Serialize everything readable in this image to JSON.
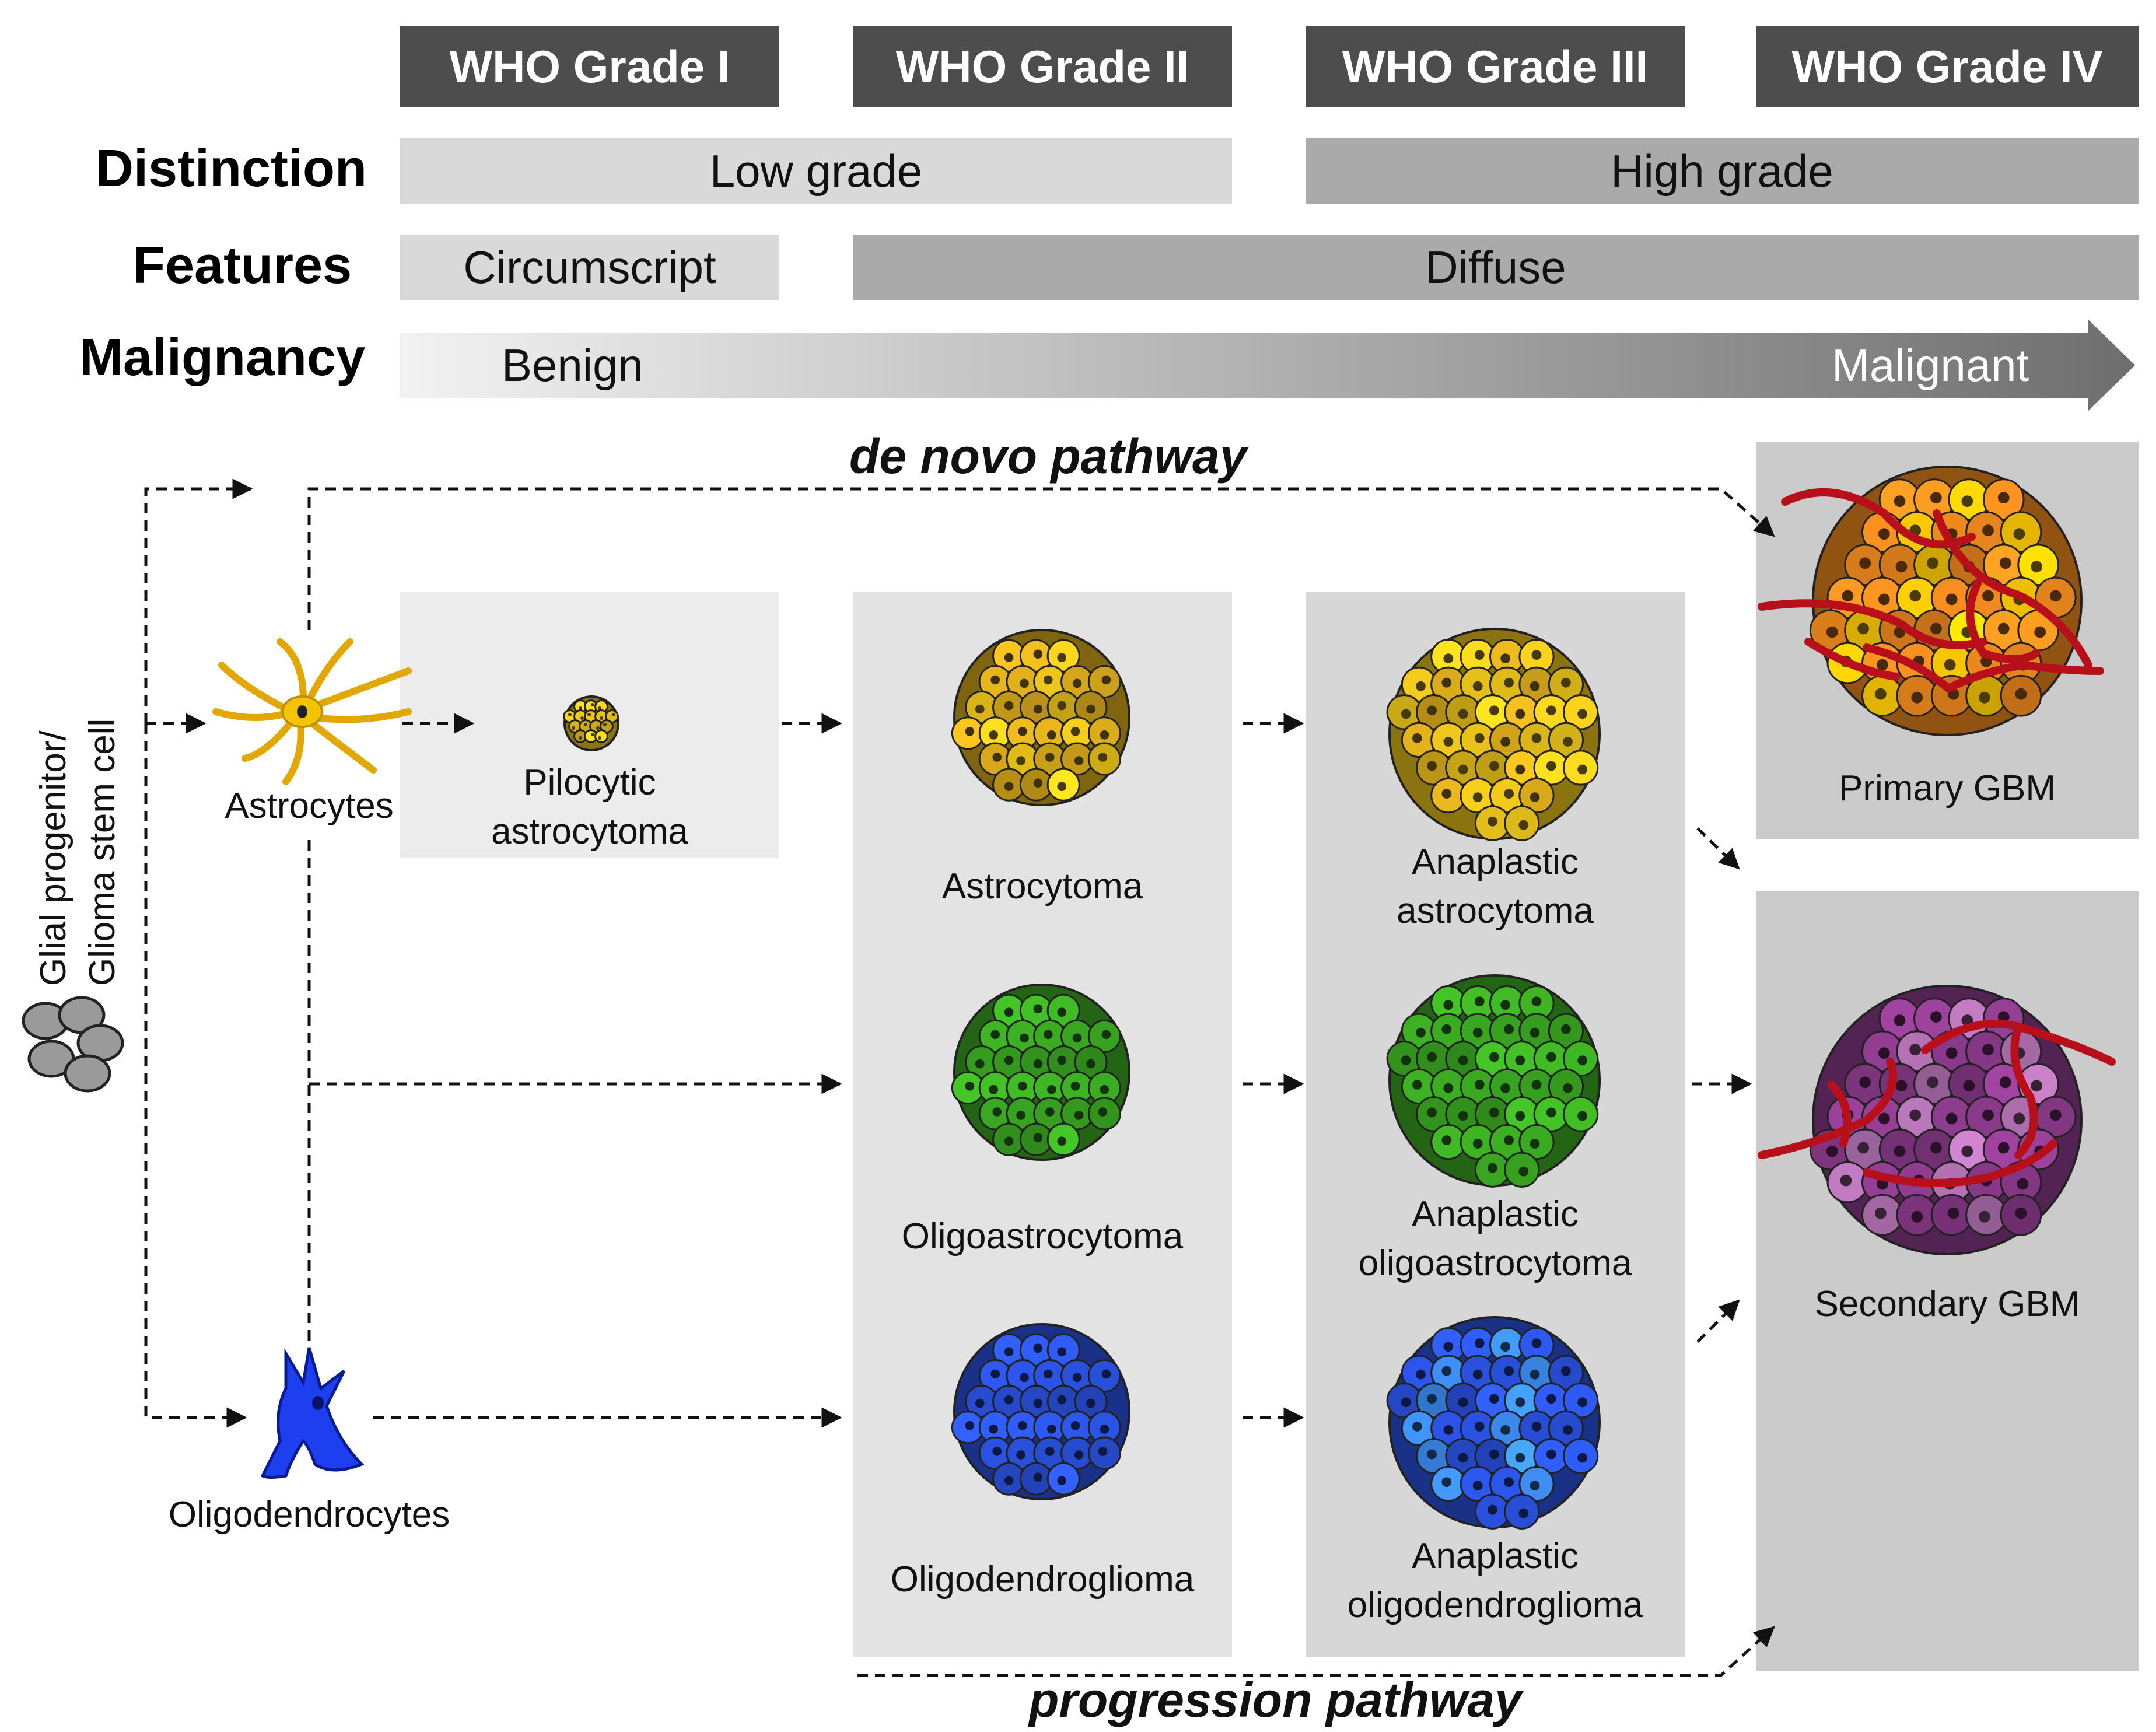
{
  "grades": [
    "WHO Grade I",
    "WHO Grade II",
    "WHO Grade III",
    "WHO Grade IV"
  ],
  "rows": {
    "distinction": {
      "label": "Distinction",
      "low": "Low grade",
      "high": "High grade"
    },
    "features": {
      "label": "Features",
      "circumscript": "Circumscript",
      "diffuse": "Diffuse"
    },
    "malignancy": {
      "label": "Malignancy",
      "start": "Benign",
      "end": "Malignant"
    }
  },
  "origin": {
    "line1": "Glial progenitor/",
    "line2": "Glioma stem cell"
  },
  "cells": {
    "astrocytes": "Astrocytes",
    "oligodendrocytes": "Oligodendrocytes"
  },
  "tumors": {
    "pilocytic_1": "Pilocytic",
    "pilocytic_2": "astrocytoma",
    "astrocytoma": "Astrocytoma",
    "oligoastrocytoma": "Oligoastrocytoma",
    "oligodendroglioma": "Oligodendroglioma",
    "anaplastic_astro_1": "Anaplastic",
    "anaplastic_astro_2": "astrocytoma",
    "anaplastic_oligoastro_1": "Anaplastic",
    "anaplastic_oligoastro_2": "oligoastrocytoma",
    "anaplastic_oligodendro_1": "Anaplastic",
    "anaplastic_oligodendro_2": "oligodendroglioma",
    "primary_gbm": "Primary GBM",
    "secondary_gbm": "Secondary GBM"
  },
  "pathways": {
    "de_novo": "de novo pathway",
    "progression": "progression pathway"
  },
  "colors": {
    "grade_header": "#4d4d4d",
    "low_grade_bar": "#d9d9d9",
    "high_grade_bar": "#aaaaaa",
    "astro_yellow": "#e8c21a",
    "oligoastro_green": "#3aa821",
    "oligodendro_blue": "#2a52e0",
    "primary_orange": "#f08a1e",
    "secondary_purple": "#8a3a8a",
    "vessel_red": "#c0101a"
  }
}
